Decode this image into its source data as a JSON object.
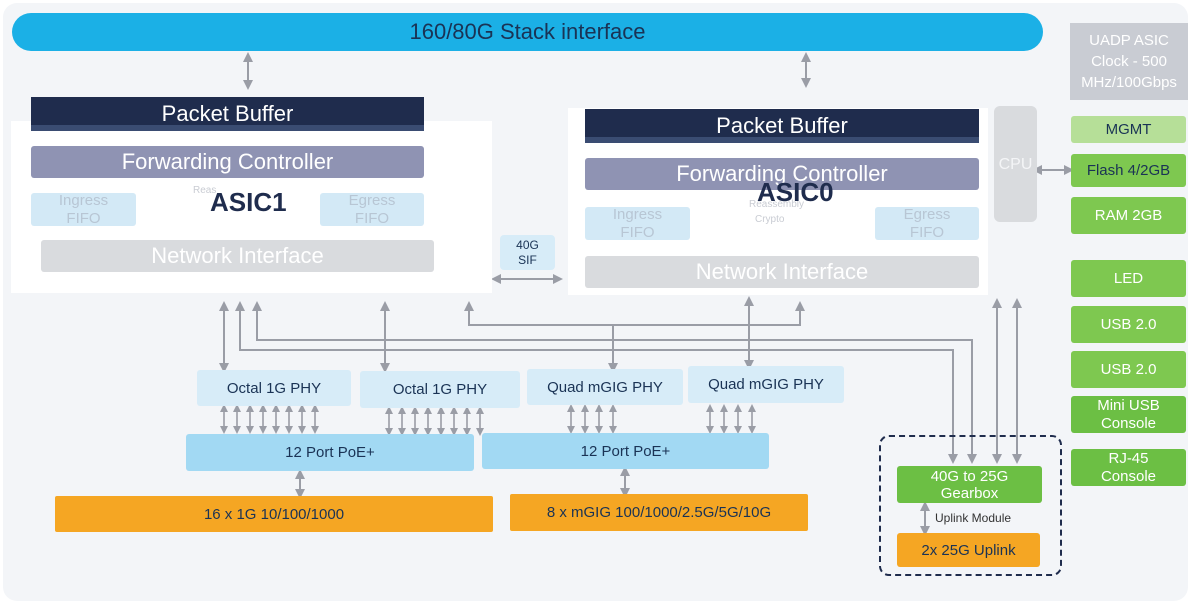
{
  "stack": {
    "label": "160/80G Stack interface"
  },
  "asic1": {
    "name": "ASIC1",
    "packet_buffer": "Packet Buffer",
    "forwarding": "Forwarding Controller",
    "ingress": "Ingress FIFO",
    "egress": "Egress FIFO",
    "network": "Network Interface",
    "faded": "Reas"
  },
  "asic0": {
    "name": "ASIC0",
    "packet_buffer": "Packet Buffer",
    "forwarding": "Forwarding Controller",
    "ingress": "Ingress FIFO",
    "egress": "Egress FIFO",
    "network": "Network Interface",
    "faded_top": "Reassembly",
    "faded_bottom": "Crypto"
  },
  "sif": {
    "label": "40G SIF"
  },
  "cpu": {
    "label": "CPU"
  },
  "uadp": {
    "label": "UADP ASIC Clock - 500 MHz/100Gbps"
  },
  "side_modules": [
    "MGMT",
    "Flash 4/2GB",
    "RAM 2GB",
    "LED",
    "USB 2.0",
    "USB 2.0",
    "Mini USB Console",
    "RJ-45 Console"
  ],
  "phys": [
    "Octal 1G PHY",
    "Octal 1G PHY",
    "Quad mGIG PHY",
    "Quad mGIG PHY"
  ],
  "poe": [
    "12 Port PoE+",
    "12 Port PoE+"
  ],
  "ports": [
    "16 x 1G 10/100/1000",
    "8 x mGIG 100/1000/2.5G/5G/10G"
  ],
  "uplink": {
    "gearbox": "40G to 25G Gearbox",
    "module_label": "Uplink Module",
    "uplink": "2x 25G Uplink"
  },
  "colors": {
    "stack": "#1bb0e6",
    "packet_buffer": "#1f2c4d",
    "forwarding": "#8f93b3",
    "poe": "#a2d9f3",
    "ports": "#f5a623",
    "green": "#7ec850",
    "arrow": "#9a9da6"
  }
}
